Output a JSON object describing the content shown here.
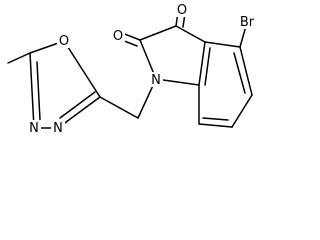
{
  "molecule": {
    "atom_labels": {
      "oxygen_ring": "O",
      "nitrogen_ring_top": "N",
      "nitrogen_ring_bottom": "N",
      "carbonyl_oxygen_left": "O",
      "carbonyl_oxygen_right": "O",
      "bromine": "Br",
      "nitrogen_indole": "N"
    },
    "colors": {
      "bond": "#000000",
      "label": "#000000",
      "background": "#ffffff"
    }
  }
}
